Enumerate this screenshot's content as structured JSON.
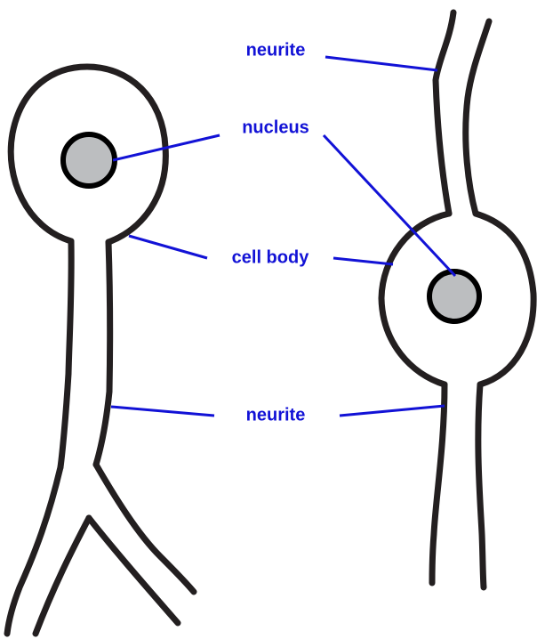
{
  "colors": {
    "outline": "#231f20",
    "nucleus_fill": "#bcbec0",
    "nucleus_stroke": "#000000",
    "label": "#1212d6",
    "background": "#ffffff"
  },
  "labels": {
    "neurite_top": "neurite",
    "nucleus": "nucleus",
    "cell_body": "cell body",
    "neurite_bottom": "neurite"
  }
}
